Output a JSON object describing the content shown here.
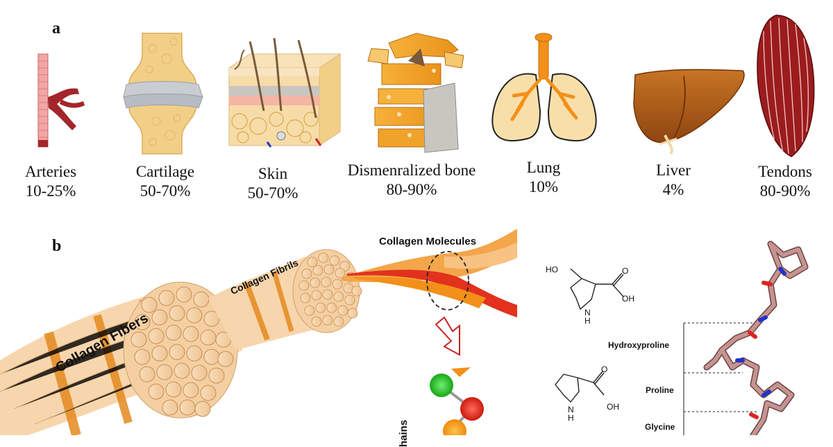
{
  "panel_a": {
    "letter": "a",
    "organs": [
      {
        "name": "Arteries",
        "percent": "10-25%",
        "icon": "artery-icon"
      },
      {
        "name": "Cartilage",
        "percent": "50-70%",
        "icon": "cartilage-joint-icon"
      },
      {
        "name": "Skin",
        "percent": "50-70%",
        "icon": "skin-cross-section-icon"
      },
      {
        "name": "Dismenralized bone",
        "percent": "80-90%",
        "icon": "vertebra-bone-icon"
      },
      {
        "name": "Lung",
        "percent": "10%",
        "icon": "lungs-icon"
      },
      {
        "name": "Liver",
        "percent": "4%",
        "icon": "liver-icon"
      },
      {
        "name": "Tendons",
        "percent": "80-90%",
        "icon": "tendon-icon"
      }
    ]
  },
  "panel_b": {
    "letter": "b",
    "fibers_label": "Collagen Fibers",
    "fibrils_label": "Collagen Fibrils",
    "molecules_label": "Collagen Molecules",
    "chains_label": "hains",
    "hydroxyproline_label": "Hydroxyproline",
    "proline_label": "Proline",
    "glycine_label": "Glycine",
    "ho_label": "HO",
    "oh_label_1": "OH",
    "oh_label_2": "OH",
    "nh_label_1": "N",
    "nh_label_1b": "H",
    "nh_label_2": "N",
    "nh_label_2b": "H",
    "o_label_1": "O",
    "o_label_2": "O"
  },
  "colors": {
    "artery": "#a3262a",
    "cartilage": "#f2cf86",
    "bone": "#f4a52a",
    "lung": "#f3cb75",
    "liver": "#b05e1a",
    "tendon": "#9c1c1e",
    "fiber": "#f7d6ad",
    "fiber_band": "#e58a1f",
    "helix_red": "#e2311d",
    "helix_orange": "#f39019",
    "stick": "#b07a78",
    "nitrogen": "#2233cc"
  }
}
